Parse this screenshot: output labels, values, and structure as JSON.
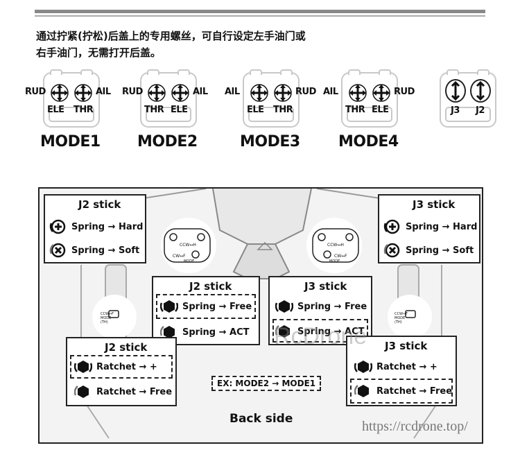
{
  "intro": {
    "line1": "通过拧紧(拧松)后盖上的专用螺丝，可自行设定左手油门或",
    "line2": "右手油门，无需打开后盖。"
  },
  "modes": [
    {
      "name": "MODE1",
      "left_outer": "RUD",
      "right_outer": "AIL",
      "left_bottom": "ELE",
      "right_bottom": "THR"
    },
    {
      "name": "MODE2",
      "left_outer": "RUD",
      "right_outer": "AIL",
      "left_bottom": "THR",
      "right_bottom": "ELE"
    },
    {
      "name": "MODE3",
      "left_outer": "AIL",
      "right_outer": "RUD",
      "left_bottom": "ELE",
      "right_bottom": "THR"
    },
    {
      "name": "MODE4",
      "left_outer": "AIL",
      "right_outer": "RUD",
      "left_bottom": "THR",
      "right_bottom": "ELE"
    }
  ],
  "j_labels": {
    "left": "J3",
    "right": "J2"
  },
  "boxes": {
    "j2_spring": {
      "title": "J2 stick",
      "row1": "Spring → Hard",
      "row2": "Spring → Soft"
    },
    "j3_spring": {
      "title": "J3 stick",
      "row1": "Spring → Hard",
      "row2": "Spring → Soft"
    },
    "j2_free": {
      "title": "J2 stick",
      "row1": "Spring → Free",
      "row2": "Spring → ACT"
    },
    "j3_free": {
      "title": "J3 stick",
      "row1": "Spring → Free",
      "row2": "Spring → ACT"
    },
    "j2_ratchet": {
      "title": "J2 stick",
      "row1": "Ratchet → +",
      "row2": "Ratchet → Free"
    },
    "j3_ratchet": {
      "title": "J3 stick",
      "row1": "Ratchet → +",
      "row2": "Ratchet → Free"
    }
  },
  "ex_label": "EX: MODE2 → MODE1",
  "back_side": "Back side",
  "watermark": "RcDrone",
  "url": "https://rcdrone.top/",
  "small_marks": {
    "ccw": "CCW",
    "cw": "CW",
    "h": "H",
    "f": "F",
    "mode": "MODE",
    "th": "(TH)"
  }
}
